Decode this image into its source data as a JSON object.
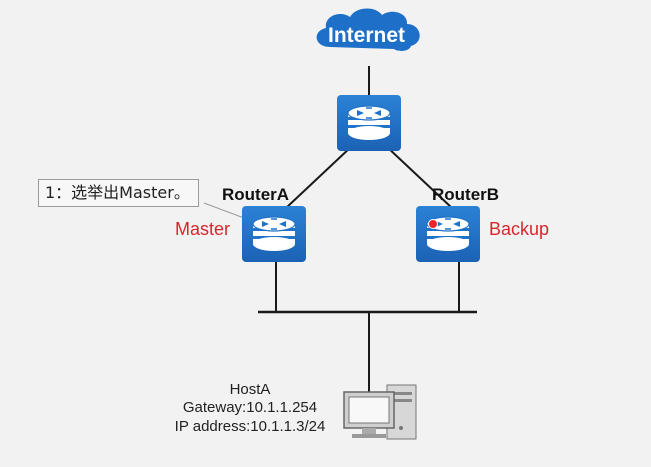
{
  "internet_label": "Internet",
  "router_a": {
    "name": "RouterA",
    "role": "Master"
  },
  "router_b": {
    "name": "RouterB",
    "role": "Backup"
  },
  "host": {
    "name": "HostA",
    "gateway": "Gateway:10.1.1.254",
    "ip": "IP address:10.1.1.3/24"
  },
  "callout": {
    "text": "1：选举出Master。"
  },
  "colors": {
    "router_blue": "#1f73c8",
    "cloud_blue": "#1e6fc8",
    "role_red": "#d9262c",
    "line": "#1a1a1a",
    "background": "#f2f2f2"
  },
  "icons": {
    "internet": "cloud-icon",
    "core_router": "router-icon",
    "router_a": "router-icon",
    "router_b": "router-icon",
    "host": "pc-icon"
  }
}
